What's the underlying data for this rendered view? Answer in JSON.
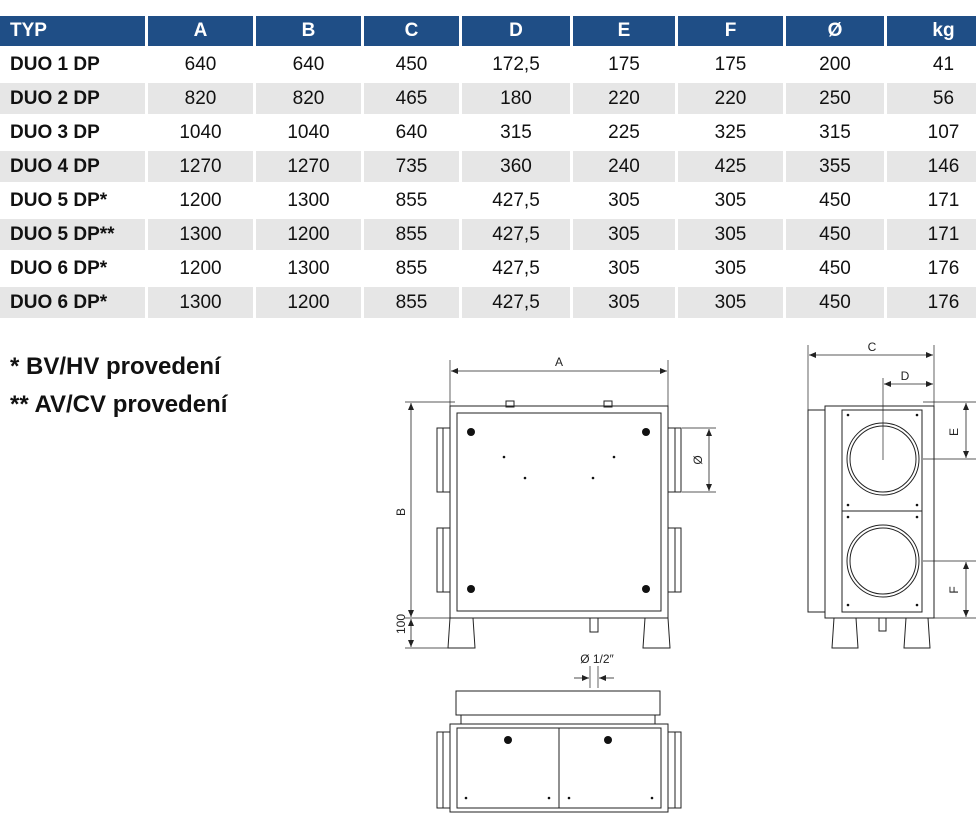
{
  "table": {
    "headers": [
      "TYP",
      "A",
      "B",
      "C",
      "D",
      "E",
      "F",
      "Ø",
      "kg"
    ],
    "rows": [
      [
        "DUO 1 DP",
        "640",
        "640",
        "450",
        "172,5",
        "175",
        "175",
        "200",
        "41"
      ],
      [
        "DUO 2 DP",
        "820",
        "820",
        "465",
        "180",
        "220",
        "220",
        "250",
        "56"
      ],
      [
        "DUO 3 DP",
        "1040",
        "1040",
        "640",
        "315",
        "225",
        "325",
        "315",
        "107"
      ],
      [
        "DUO 4 DP",
        "1270",
        "1270",
        "735",
        "360",
        "240",
        "425",
        "355",
        "146"
      ],
      [
        "DUO 5 DP*",
        "1200",
        "1300",
        "855",
        "427,5",
        "305",
        "305",
        "450",
        "171"
      ],
      [
        "DUO 5 DP**",
        "1300",
        "1200",
        "855",
        "427,5",
        "305",
        "305",
        "450",
        "171"
      ],
      [
        "DUO 6 DP*",
        "1200",
        "1300",
        "855",
        "427,5",
        "305",
        "305",
        "450",
        "176"
      ],
      [
        "DUO 6 DP*",
        "1300",
        "1200",
        "855",
        "427,5",
        "305",
        "305",
        "450",
        "176"
      ]
    ]
  },
  "notes": [
    "* BV/HV provedení",
    "** AV/CV provedení"
  ],
  "drawing": {
    "label_a": "A",
    "label_b": "B",
    "label_c": "C",
    "label_d": "D",
    "label_e": "E",
    "label_f": "F",
    "label_diameter": "Ø",
    "label_100": "100",
    "label_drain": "Ø 1/2″"
  },
  "colors": {
    "header_bg": "#1f4e86",
    "row_shade": "#e6e6e6"
  }
}
